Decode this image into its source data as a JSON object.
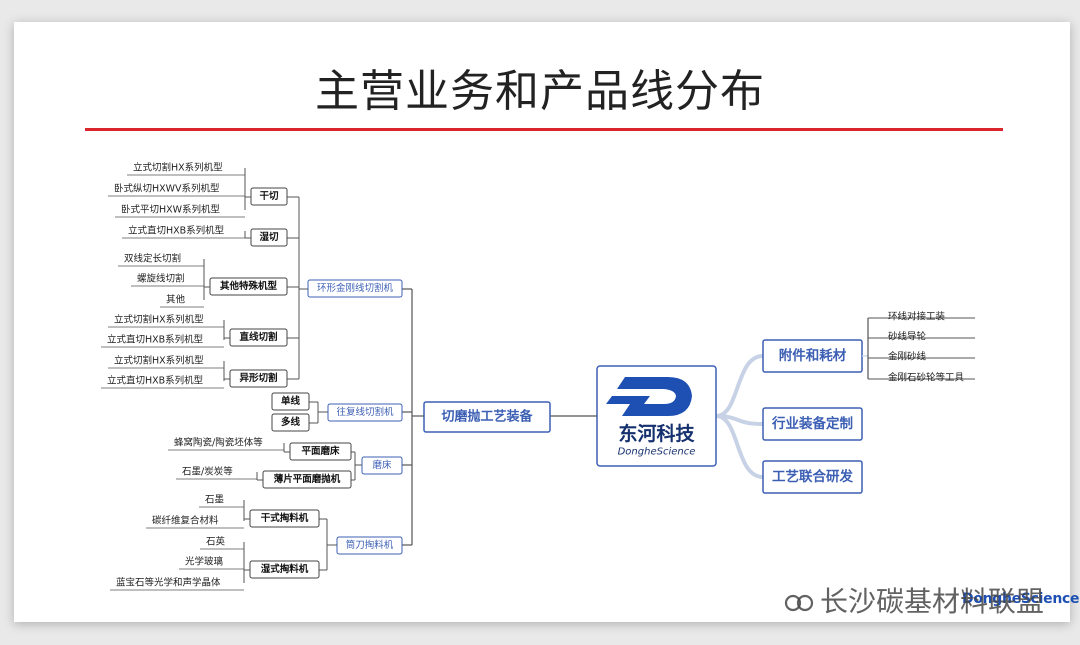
{
  "slide": {
    "title": "主营业务和产品线分布"
  },
  "center": {
    "logo_cn": "东河科技",
    "logo_en": "DongheScience",
    "colors": {
      "brand": "#1e50b4",
      "line": "#c8d2e6",
      "main": "#3c5fb4"
    }
  },
  "root_left": {
    "label": "切磨抛工艺装备"
  },
  "right_branches": [
    {
      "label": "附件和耗材",
      "items": [
        "环线对接工装",
        "砂线导轮",
        "金刚砂线",
        "金刚石砂轮等工具"
      ]
    },
    {
      "label": "行业装备定制",
      "items": []
    },
    {
      "label": "工艺联合研发",
      "items": []
    }
  ],
  "left_groups": [
    {
      "label": "环形金刚线切割机",
      "subs": [
        {
          "label": "干切",
          "items": [
            "立式切割HX系列机型",
            "卧式纵切HXWV系列机型",
            "卧式平切HXW系列机型"
          ]
        },
        {
          "label": "湿切",
          "items": [
            "立式直切HXB系列机型"
          ]
        },
        {
          "label": "其他特殊机型",
          "items": [
            "双线定长切割",
            "螺旋线切割",
            "其他"
          ]
        },
        {
          "label": "直线切割",
          "items": [
            "立式切割HX系列机型",
            "立式直切HXB系列机型"
          ]
        },
        {
          "label": "异形切割",
          "items": [
            "立式切割HX系列机型",
            "立式直切HXB系列机型"
          ]
        }
      ]
    },
    {
      "label": "往复线切割机",
      "subs": [
        {
          "label": "单线",
          "items": []
        },
        {
          "label": "多线",
          "items": []
        }
      ]
    },
    {
      "label": "磨床",
      "subs": [
        {
          "label": "平面磨床",
          "items": [
            "蜂窝陶瓷/陶瓷坯体等"
          ]
        },
        {
          "label": "薄片平面磨抛机",
          "items": [
            "石墨/炭炭等"
          ]
        }
      ]
    },
    {
      "label": "筒刀掏料机",
      "subs": [
        {
          "label": "干式掏料机",
          "items": [
            "石墨",
            "碳纤维复合材料"
          ]
        },
        {
          "label": "湿式掏料机",
          "items": [
            "石英",
            "光学玻璃",
            "蓝宝石等光学和声学晶体"
          ]
        }
      ]
    }
  ],
  "watermark": {
    "text": "长沙碳基材料联盟",
    "icon": "wechat-channel-icon"
  },
  "corner_logo": {
    "text": "DongheScience"
  }
}
